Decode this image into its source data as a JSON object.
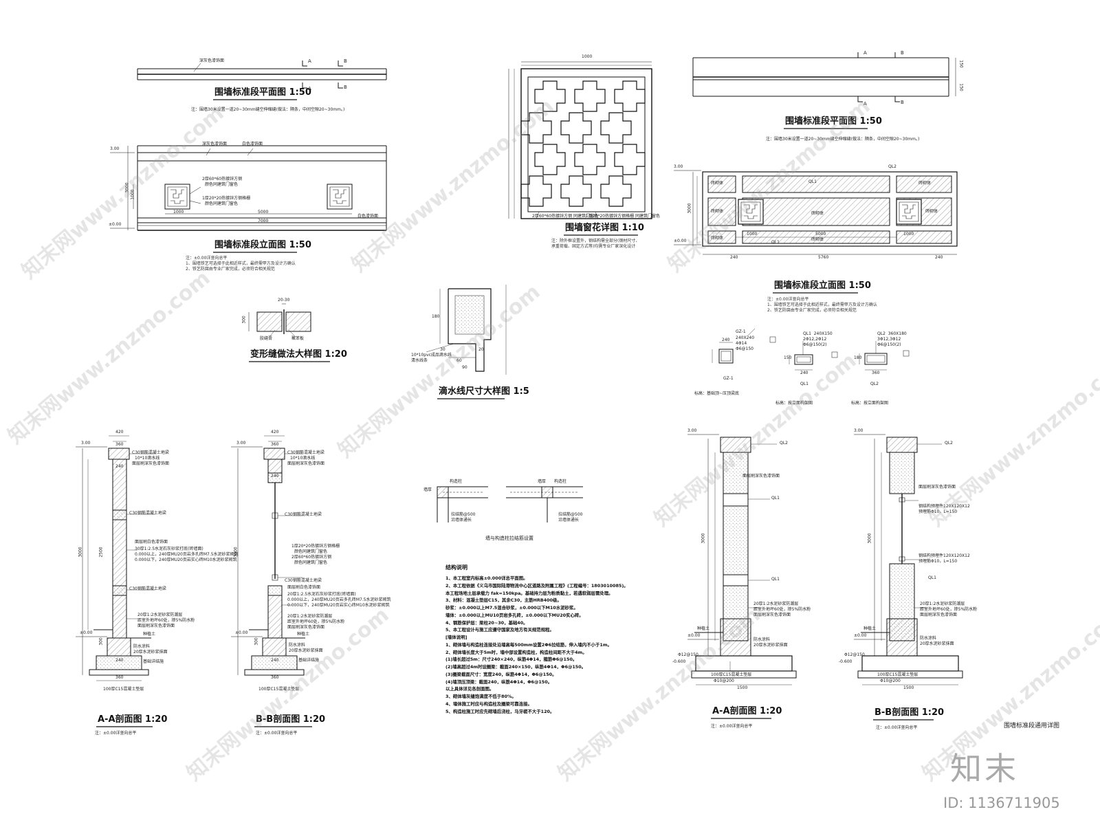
{
  "plan_left": {
    "title": "围墙标准段平面图 1:50",
    "label_a_top": "A",
    "label_b_top": "B",
    "label_a_bot": "A",
    "label_b_bot": "B",
    "finish": "深灰色漆饰面",
    "note": "注：围墙30米设置一道20~30mm缝空伸缩缝(做法：隔条，中间空隙20~30mm。)"
  },
  "elev_left": {
    "title": "围墙标准段立面图 1:50",
    "labels": [
      "深灰色漆饰面",
      "白色漆饰面",
      "2厚60*60热镀锌方钢",
      "颜色同建筑门窗色",
      "1厚20*20热镀锌方钢格栅",
      "颜色同建筑门窗色",
      "白色漆饰面"
    ],
    "dims": [
      "1000",
      "5000",
      "7000",
      "3000",
      "1000"
    ],
    "level_top": "3.00",
    "level_zero": "±0.00",
    "notes": "注：±0.00详竖向总平\n1、围墙铁艺可选择于此相近样式，最终需甲方及设计方确认\n2、铁艺防腐由专业厂家完成，必须符合相关规范"
  },
  "window": {
    "title": "围墙窗花详图 1:10",
    "dim_top": "1000",
    "labels": [
      "2厚60*60热镀锌方钢 同建筑门窗色",
      "1厚20*20热镀锌方钢格栅 同建筑门窗色"
    ],
    "notes": "注：除外框设置外，钢结构需全部分(钢材尺寸、\n承重荷载、固定方式等)均需专业厂家深化设计"
  },
  "plan_right": {
    "title": "围墙标准段平面图 1:50",
    "label_a_top": "A",
    "label_b_top": "B",
    "label_a_bot": "A",
    "label_b_bot": "B",
    "dims": [
      "150",
      "150"
    ],
    "note": "注：围墙30米设置一道20~30mm缝空伸缩缝(做法：隔条，中间空隙20~30mm。)"
  },
  "elev_right": {
    "title": "围墙标准段立面图 1:50",
    "labels": [
      "QL2",
      "QL1",
      "QL1",
      "砖砌体",
      "砖砌体",
      "砖砌体",
      "砖砌体",
      "砖砌体",
      "砖砌体",
      "砖砌体"
    ],
    "dims": [
      "1000",
      "5000",
      "1000",
      "5760",
      "240",
      "240",
      "3000"
    ],
    "level_top": "3.00",
    "level_zero": "±0.00",
    "notes": "注：±0.00详竖向总平\n1、围墙铁艺可选择于此相近样式，最终需甲方及设计方确认\n2、铁艺防腐由专业厂家完成，必须符合相关规范"
  },
  "joint": {
    "title": "变形缝做法大样图 1:20",
    "labels": [
      "20-30",
      "300",
      "胶缝膏",
      "聚苯板"
    ]
  },
  "drip": {
    "title": "滴水线尺寸大样图 1:5",
    "labels": [
      "10*10pvc成品滴水线",
      "清水线条",
      "20",
      "60",
      "90",
      "30",
      "180"
    ]
  },
  "columns": {
    "gz1": {
      "name": "GZ-1",
      "spec": "240X240\n4Φ14\nΦ6@150",
      "dim": "240",
      "caption": "标高：基础顶~压顶梁底"
    },
    "ql1": {
      "name": "QL1",
      "spec": "QL1  240X150\n2Φ12,2Φ12\nΦ6@150(2)",
      "dim": "240",
      "dim2": "150",
      "caption": "标高：按立面构架图"
    },
    "ql2": {
      "name": "QL2",
      "spec": "QL2  360X180\n3Φ12,3Φ12\nΦ6@150(2)",
      "dim": "360",
      "dim2": "180",
      "caption": "标高：按立面构架图"
    }
  },
  "sec_aa_left": {
    "title": "A-A剖面图 1:20",
    "note": "注：±0.00详竖向总平",
    "labels": [
      "C30钢筋混凝土地梁",
      "10*10滴水线",
      "面层刷深灰色漆饰面",
      "C30钢筋混凝土地梁",
      "面层刷白色漆饰面",
      "30厚1:2.5水泥石灰砂浆打底(砖墙面)",
      "0.000以上，240厚MU20页岩多孔砖M7.5水泥砂浆砌筑",
      "0.000以下，240厚MU20页岩实心砖M10水泥砂浆砌筑",
      "C30钢筋混凝土地梁",
      "20厚1:2水泥砂浆防潮层",
      "距室外地坪60处，掺5%防水粉",
      "面层刷深灰色漆饰面",
      "种植土",
      "防水涂料",
      "20厚水泥砂浆抹面",
      "基础详结施",
      "100厚C15混凝土垫层"
    ],
    "dims": [
      "420",
      "360",
      "240",
      "3000",
      "2500",
      "300",
      "240",
      "360"
    ],
    "level_top": "3.00",
    "level_zero": "±0.00"
  },
  "sec_bb_left": {
    "title": "B-B剖面图 1:20",
    "note": "注：±0.00详竖向总平",
    "labels": [
      "C30钢筋混凝土地梁",
      "10*10滴水线",
      "面层刷深灰色漆饰面",
      "C30钢筋混凝土地梁",
      "1厚20*20热镀锌方钢格栅",
      "颜色同建筑门窗色",
      "2厚60*60热镀锌方钢",
      "颜色同建筑门窗色",
      "C30钢筋混凝土地梁",
      "面层刷白色漆饰面",
      "20厚1:2.5水泥石灰砂浆打底(砖墙面)",
      "0.000以上，240厚MU20页岩多孔砖M7.5水泥砂浆砌筑",
      "0.000以下，240厚MU20页岩实心砖M10水泥砂浆砌筑",
      "20厚1:2水泥砂浆防潮层",
      "距室外地坪60处，掺5%防水粉",
      "面层刷深灰色漆饰面",
      "种植土",
      "防水涂料",
      "20厚水泥砂浆抹面",
      "基础详结施",
      "100厚C15混凝土垫层"
    ],
    "dims": [
      "420",
      "360",
      "240",
      "3000",
      "300",
      "240",
      "360"
    ],
    "level_top": "3.00",
    "level_zero": "±0.00"
  },
  "tie": {
    "title": "墙与构造柱拉结筋设置",
    "labels": [
      "墙厚",
      "构造柱",
      "墙厚",
      "构造柱",
      "拉结筋@500",
      "沿墙体通长",
      "拉结筋@500",
      "沿墙体通长"
    ]
  },
  "spec": {
    "heading": "结构说明",
    "body": "1、本工程室内标高±0.000详总平面图。\n2、本工程依据《义乌市国际陆港物流中心区道路及附属工程》(工程编号：1803010085)。\n本工程场地土层承载力 fak=150kpa。基础持力层为粉质黏土，若遇软弱层需处理。\n3、材料：混凝土垫层C15，其余C30，主筋HRB400级。\n砂浆：±0.000以上M7.5混合砂浆，±0.000以下M10水泥砂浆。\n墙体：±0.000以上MU10页岩多孔砖，±0.000以下MU20实心砖。\n4、钢筋保护层：梁柱20~30，基础40。\n5、本工程设计与施工应遵守国家及地方有关规范规程。\n[墙体说明]\n1、砌体墙与构造柱连接处沿墙高每500mm设置2Φ6拉结筋，伸入墙内不小于1m。\n2、砌体墙长度大于5m时，墙中部设置构造柱，构造柱间距不大于4m。\n(1)墙长超过5m：尺寸240×240，纵筋4Φ14，箍筋Φ6@150。\n(2)墙高超过4m时设圈梁：截面240×150，纵筋4Φ14，Φ6@150。\n(3)圈梁截面尺寸：宽度240，纵筋4Φ14，Φ6@150。\n(4)墙顶压顶梁：截面240，纵筋4Φ14，Φ6@150。\n以上具体详见各剖面图。\n3、砌体墙灰缝饱满度不低于80%。\n4、墙体施工时应与构造柱及圈梁可靠连接。\n5、构造柱施工时应先砌墙后浇柱，马牙槎不大于120。"
  },
  "sec_aa_right": {
    "title": "A-A剖面图 1:20",
    "note": "注：±0.00详竖向总平",
    "labels": [
      "QL2",
      "面层刷深灰色漆饰面",
      "QL1",
      "QL1",
      "20厚1:2水泥砂浆防潮层",
      "距室外地坪60处，掺5%防水粉",
      "面层刷深灰色漆饰面",
      "种植土",
      "防水涂料",
      "20厚水泥砂浆抹面",
      "Φ12@150",
      "100厚C15混凝土垫层",
      "Φ10@200"
    ],
    "dims": [
      "3000",
      "1500",
      "-0.600"
    ],
    "level_top": "3.00",
    "level_zero": "±0.00"
  },
  "sec_bb_right": {
    "title": "B-B剖面图 1:20",
    "note": "注：±0.00详竖向总平",
    "labels": [
      "QL2",
      "面层刷深灰色漆饰面",
      "钢结构预埋件120X120X12",
      "预埋筋Φ10，L=150",
      "钢结构预埋件120X120X12",
      "预埋筋Φ10，L=150",
      "QL1",
      "20厚1:2水泥砂浆防潮层",
      "距室外地坪60处，掺5%防水粉",
      "面层刷深灰色漆饰面",
      "种植土",
      "防水涂料",
      "20厚水泥砂浆抹面",
      "Φ12@150",
      "100厚C15混凝土垫层",
      "Φ10@200"
    ],
    "dims": [
      "3000",
      "1500",
      "-0.600"
    ],
    "level_top": "3.00",
    "level_zero": "±0.00"
  },
  "sheet_caption": "围墙标准段通用详图",
  "watermark": "知末网www.znzmo.com",
  "logo": "知末",
  "image_id": "ID: 1136711905"
}
